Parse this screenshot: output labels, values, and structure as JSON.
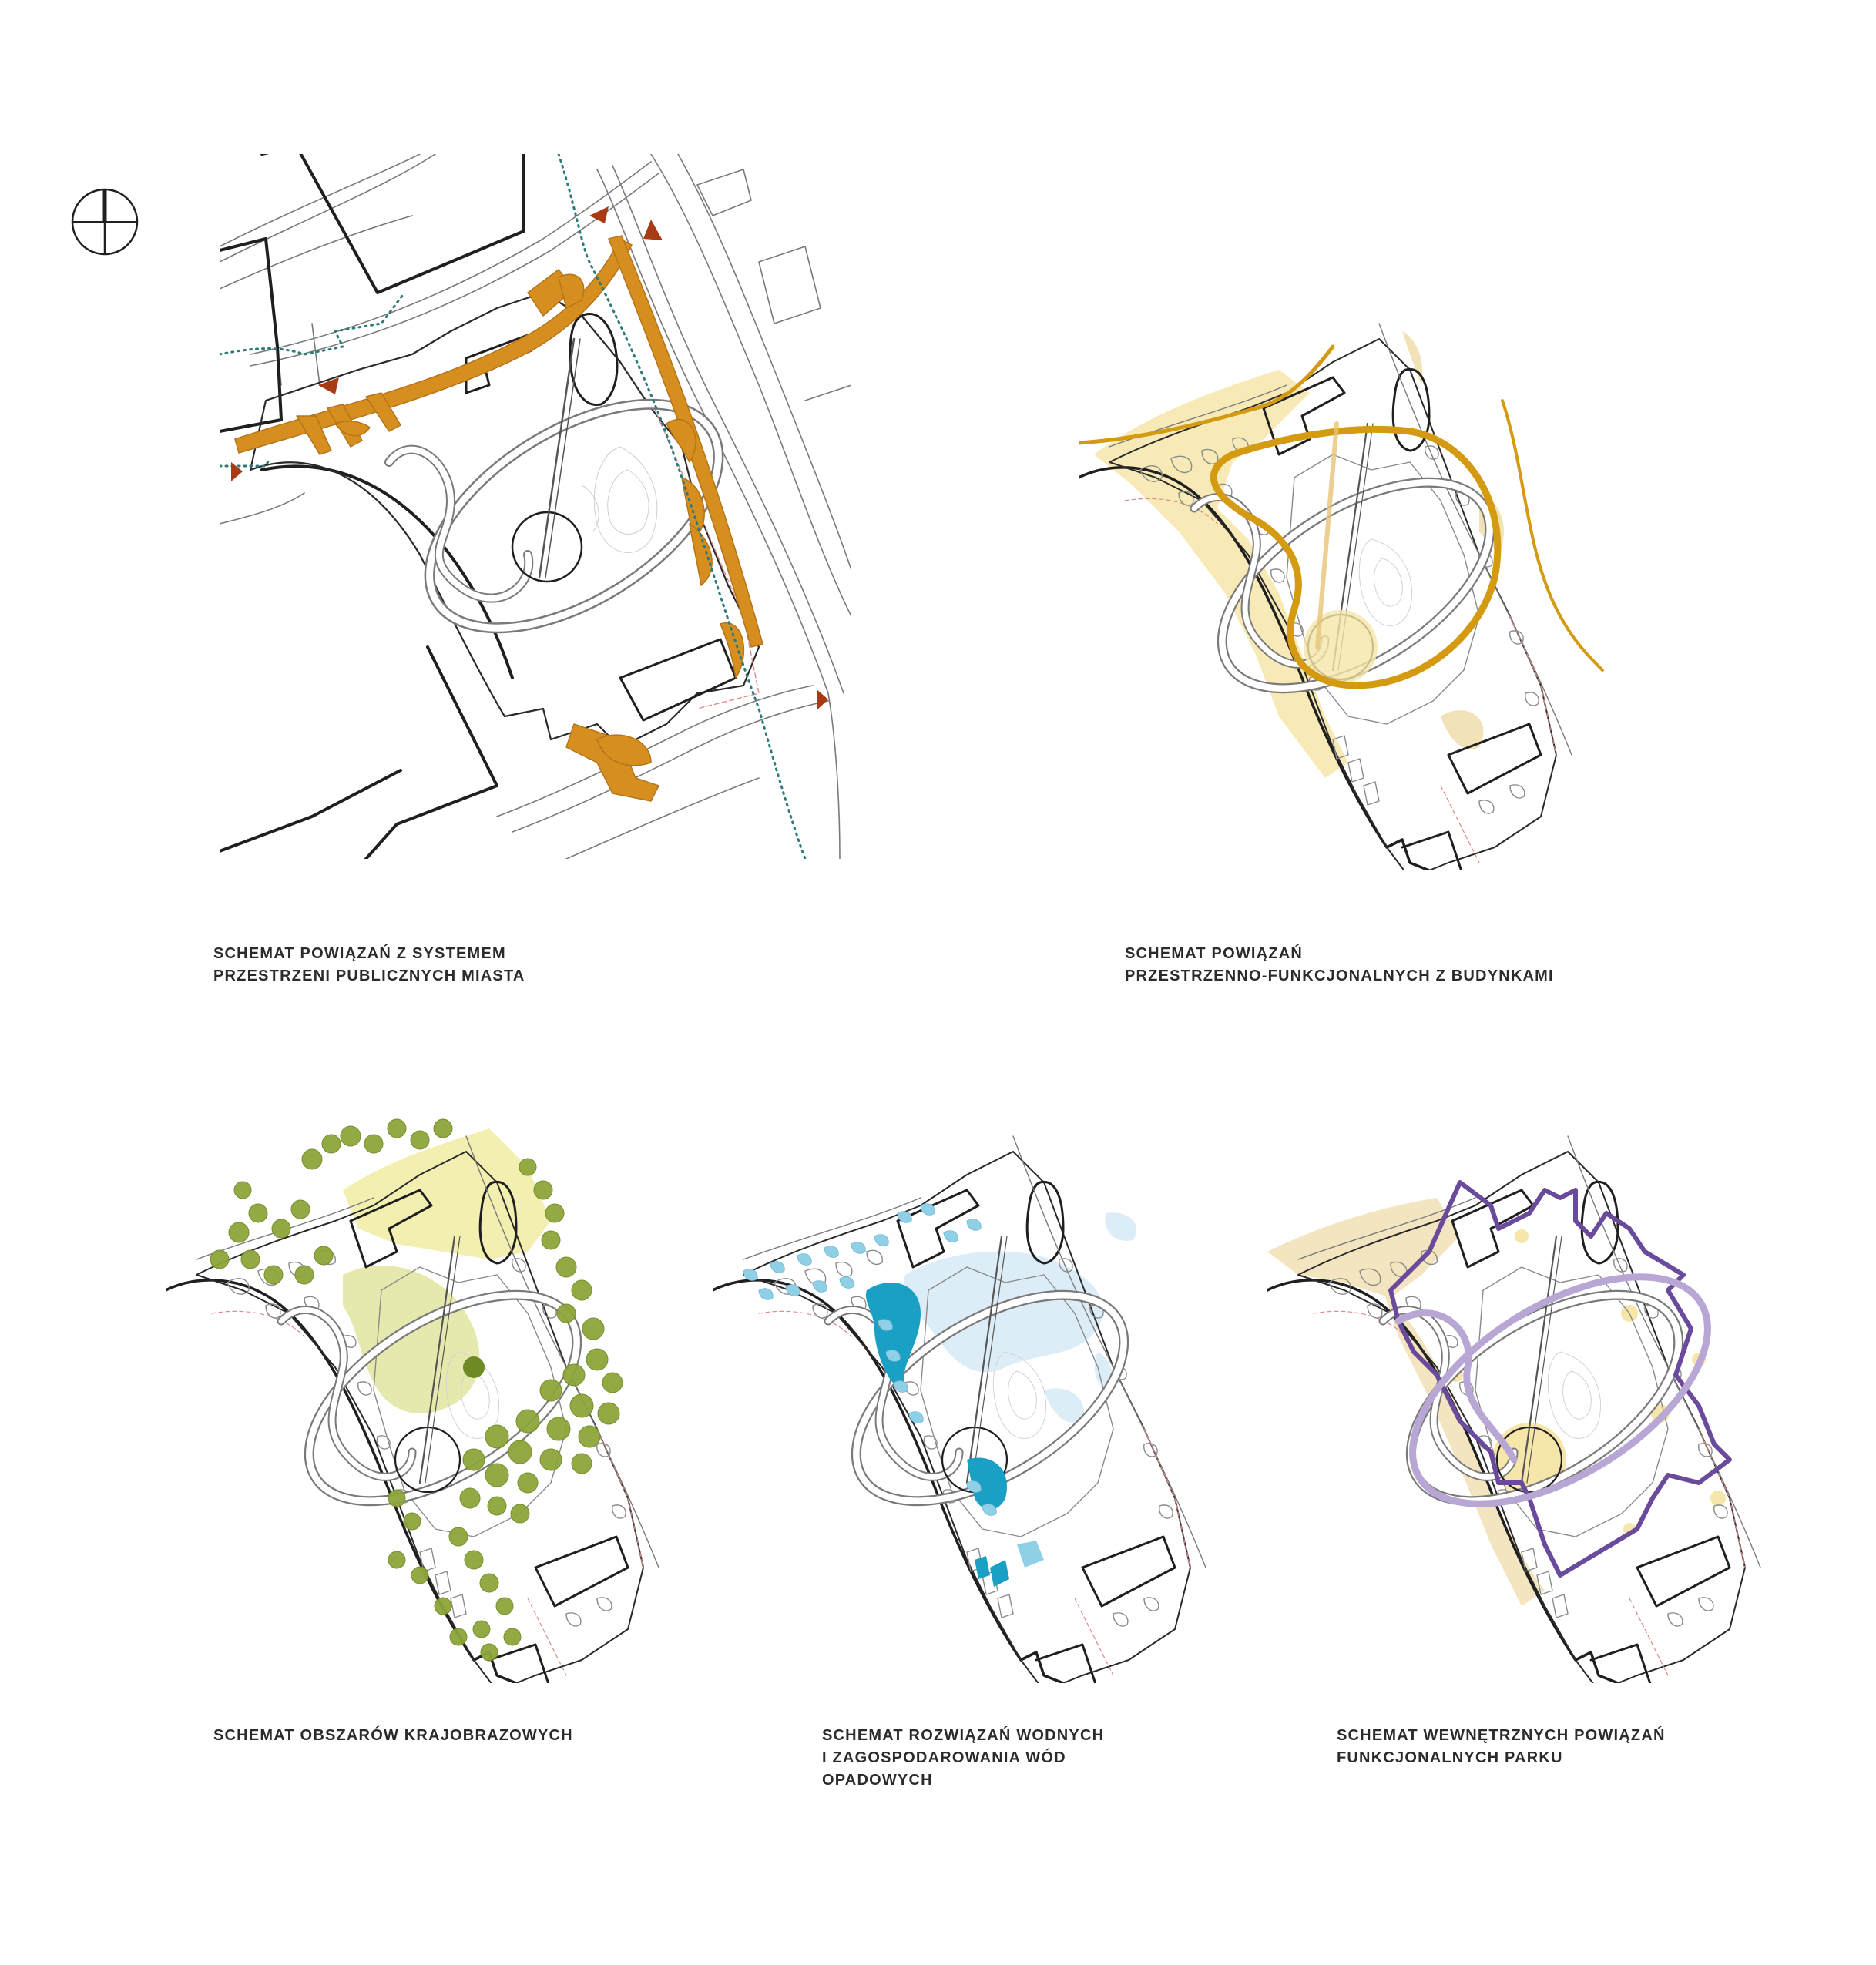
{
  "colors": {
    "line": "#1f1f1f",
    "thin": "#7a7a7a",
    "orange": "#d68f1f",
    "orange_dark": "#b5741a",
    "red_marker": "#a83a14",
    "teal": "#2d7a7a",
    "gold": "#d49a12",
    "pale_yellow": "#f6e6a9",
    "green_tree": "#8ea63a",
    "green_pale": "#e2e7a4",
    "yellow_pale": "#f2eda9",
    "blue_dark": "#1aa0c4",
    "blue_mid": "#8fd0e6",
    "blue_pale": "#dcedf7",
    "purple_dark": "#6a4a9b",
    "purple_light": "#b8a6d4",
    "sand": "#f2e2b8",
    "pink_dash": "#e08a8a"
  },
  "captions": {
    "c1": {
      "line1": "SCHEMAT POWIĄZAŃ Z SYSTEMEM",
      "line2": "PRZESTRZENI PUBLICZNYCH MIASTA"
    },
    "c2": {
      "line1": "SCHEMAT POWIĄZAŃ",
      "line2": "PRZESTRZENNO-FUNKCJONALNYCH Z BUDYNKAMI"
    },
    "c3": {
      "line1": "SCHEMAT OBSZARÓW KRAJOBRAZOWYCH"
    },
    "c4": {
      "line1": "SCHEMAT ROZWIĄZAŃ WODNYCH",
      "line2": "I ZAGOSPODAROWANIA WÓD",
      "line3": "OPADOWYCH"
    },
    "c5": {
      "line1": "SCHEMAT WEWNĘTRZNYCH POWIĄZAŃ",
      "line2": "FUNKCJONALNYCH PARKU"
    }
  }
}
